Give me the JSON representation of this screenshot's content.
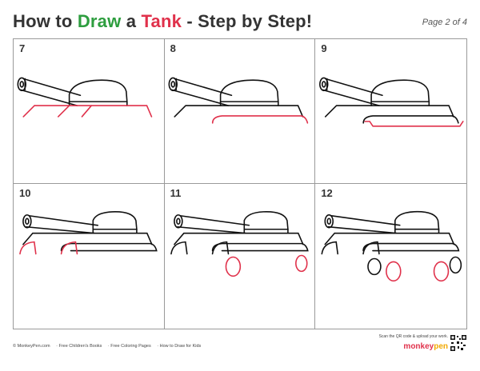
{
  "header": {
    "title_prefix": "How to ",
    "title_draw": "Draw",
    "title_mid": " a ",
    "title_tank": "Tank",
    "title_suffix": " - Step by Step!",
    "page_label": "Page 2 of 4"
  },
  "steps": [
    {
      "number": "7"
    },
    {
      "number": "8"
    },
    {
      "number": "9"
    },
    {
      "number": "10"
    },
    {
      "number": "11"
    },
    {
      "number": "12"
    }
  ],
  "footer": {
    "copyright": "© MonkeyPen.com",
    "links": [
      "· Free Children's Books",
      "· Free Coloring Pages",
      "· How to Draw for Kids"
    ],
    "scan_text": "Scan the QR code & upload your work.",
    "logo": {
      "part1": "monkey",
      "part2": "pen"
    }
  },
  "colors": {
    "highlight": "#e0314b",
    "line": "#111111",
    "accent_green": "#2e9e3f"
  }
}
